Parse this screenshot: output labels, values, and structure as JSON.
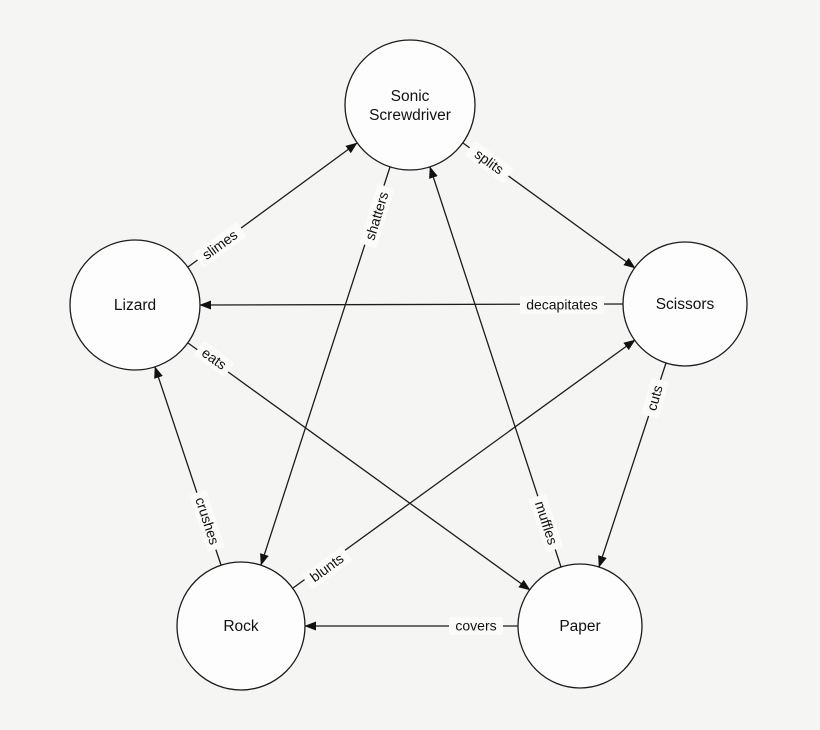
{
  "diagram": {
    "type": "directed-graph",
    "theme": {
      "background_color": "#f5f5f4",
      "node_fill_color": "#fdfdfd",
      "line_color": "#1c1c1c",
      "text_color": "#111111"
    },
    "nodes": [
      {
        "id": "sonic-screwdriver",
        "label": "Sonic Screwdriver",
        "label_line1": "Sonic",
        "label_line2": "Screwdriver"
      },
      {
        "id": "lizard",
        "label": "Lizard"
      },
      {
        "id": "scissors",
        "label": "Scissors"
      },
      {
        "id": "rock",
        "label": "Rock"
      },
      {
        "id": "paper",
        "label": "Paper"
      }
    ],
    "edges": [
      {
        "from": "Lizard",
        "to": "Sonic Screwdriver",
        "label": "slimes"
      },
      {
        "from": "Sonic Screwdriver",
        "to": "Scissors",
        "label": "splits"
      },
      {
        "from": "Scissors",
        "to": "Lizard",
        "label": "decapitates"
      },
      {
        "from": "Sonic Screwdriver",
        "to": "Rock",
        "label": "shatters"
      },
      {
        "from": "Lizard",
        "to": "Paper",
        "label": "eats"
      },
      {
        "from": "Rock",
        "to": "Lizard",
        "label": "crushes"
      },
      {
        "from": "Rock",
        "to": "Scissors",
        "label": "blunts"
      },
      {
        "from": "Scissors",
        "to": "Paper",
        "label": "cuts"
      },
      {
        "from": "Paper",
        "to": "Sonic Screwdriver",
        "label": "muffles"
      },
      {
        "from": "Paper",
        "to": "Rock",
        "label": "covers"
      }
    ]
  }
}
